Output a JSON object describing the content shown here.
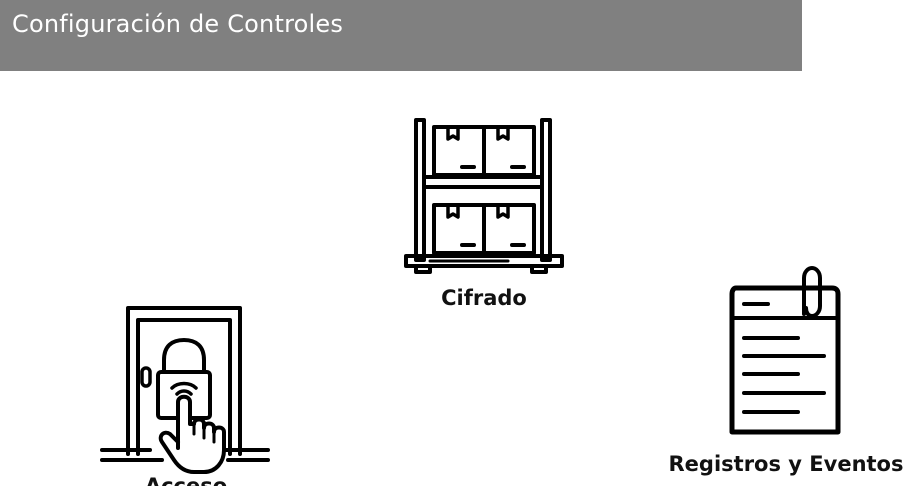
{
  "header": {
    "title": "Configuración de Controles",
    "background": "#808080"
  },
  "controls": {
    "cifrado": {
      "label": "Cifrado",
      "icon": "warehouse-shelf-boxes-icon"
    },
    "acceso": {
      "label": "Acceso",
      "icon": "door-lock-touch-icon"
    },
    "registros": {
      "label": "Registros y Eventos",
      "icon": "clipboard-document-icon"
    }
  }
}
